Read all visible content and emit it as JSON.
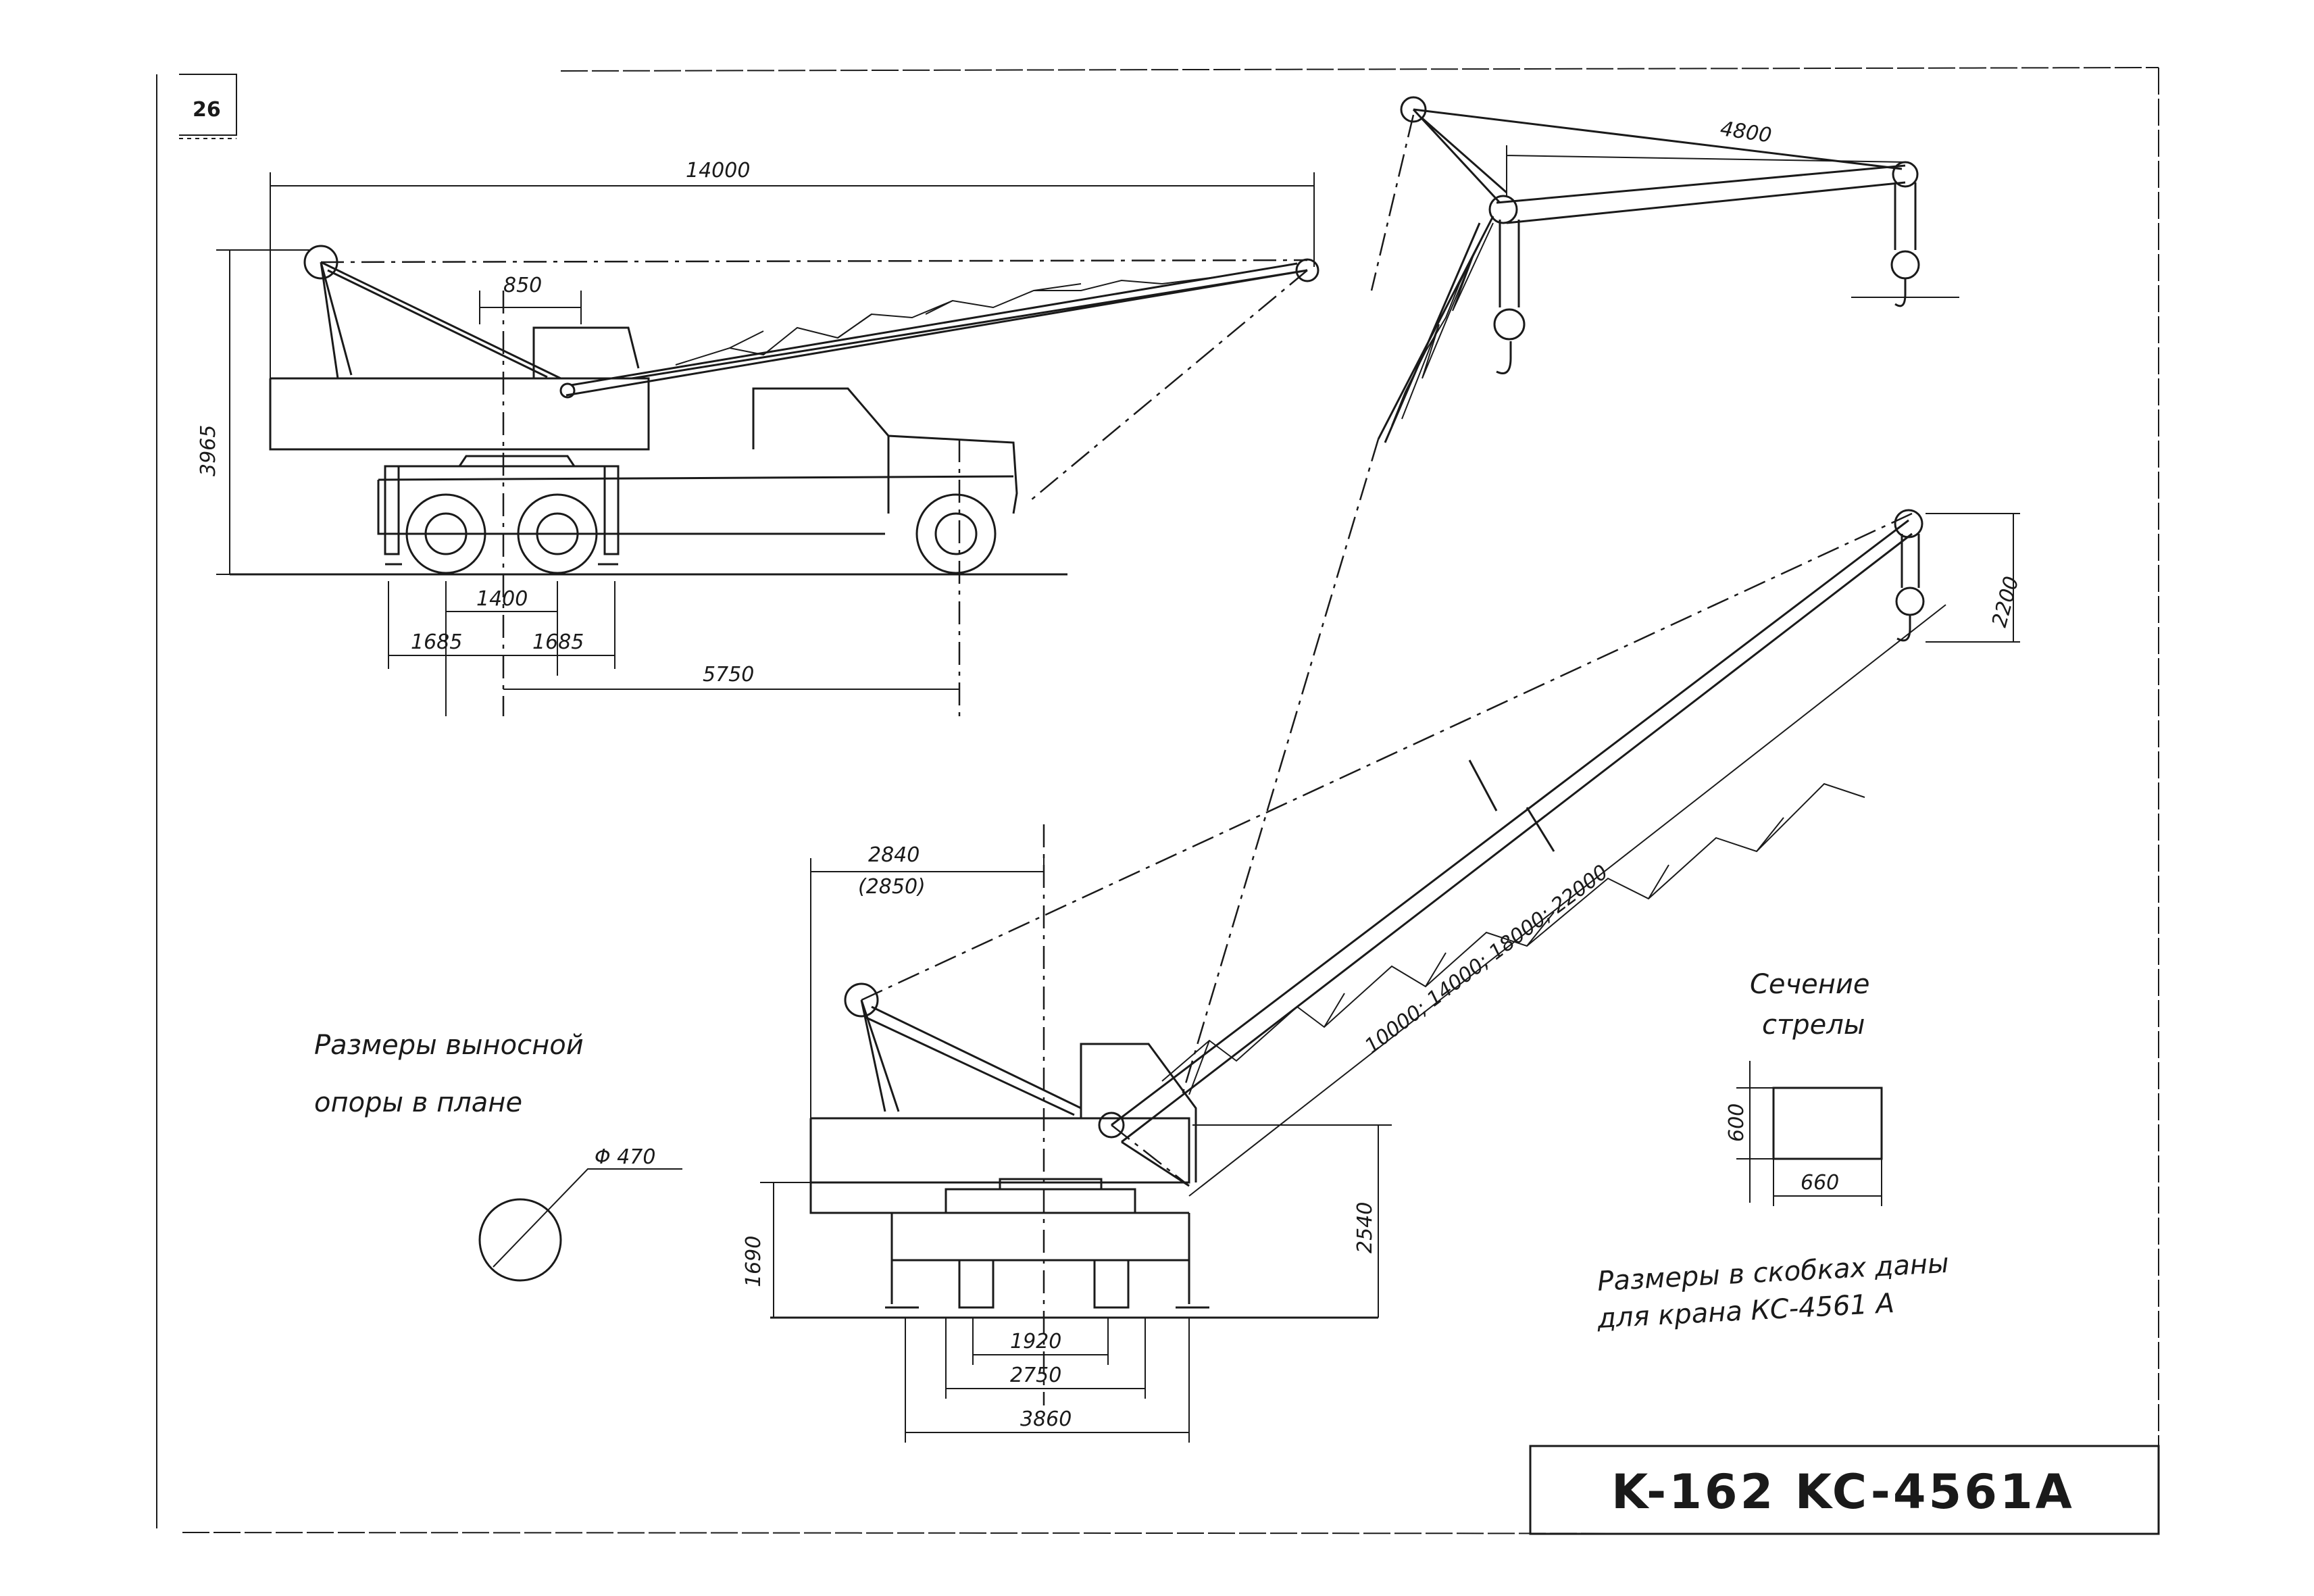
{
  "page_number": "26",
  "title_block": {
    "text": "K-162  KC-4561A"
  },
  "side_view_truck": {
    "dim_length_14000": "14000",
    "dim_850": "850",
    "dim_height_3965": "3965",
    "dim_1400": "1400",
    "dim_1685_left": "1685",
    "dim_1685_right": "1685",
    "dim_5750": "5750"
  },
  "upper_boom": {
    "dim_4800": "4800"
  },
  "lower_crane": {
    "dim_2840": "2840",
    "dim_2850_paren": "(2850)",
    "dim_2200": "2200",
    "boom_lengths": "10000; 14000; 18000; 22000",
    "dim_1690": "1690",
    "dim_2540": "2540",
    "dim_1920": "1920",
    "dim_2750": "2750",
    "dim_3860": "3860"
  },
  "outrigger_note": {
    "line1": "Размеры выносной",
    "line2": "опоры в плане",
    "diameter": "Φ 470"
  },
  "boom_section": {
    "label_line1": "Сечение",
    "label_line2": "стрелы",
    "height": "600",
    "width": "660"
  },
  "bracket_note": {
    "line1": "Размеры в скобках даны",
    "line2": "для крана КС-4561 А"
  }
}
